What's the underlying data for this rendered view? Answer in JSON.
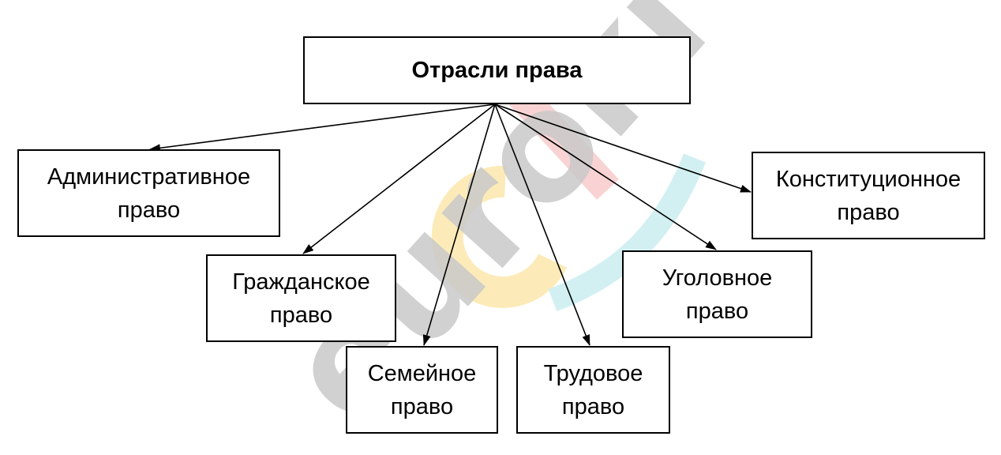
{
  "title": "Отрасли права",
  "branches": [
    {
      "line1": "Административное",
      "line2": "право"
    },
    {
      "line1": "Гражданское",
      "line2": "право"
    },
    {
      "line1": "Семейное",
      "line2": "право"
    },
    {
      "line1": "Трудовое",
      "line2": "право"
    },
    {
      "line1": "Уголовное",
      "line2": "право"
    },
    {
      "line1": "Конституционное",
      "line2": "право"
    }
  ],
  "watermark": {
    "text": "euroki",
    "colors": [
      "#c9c9c9",
      "#f7c8c8",
      "#fbe6a8",
      "#cdeef0"
    ]
  }
}
